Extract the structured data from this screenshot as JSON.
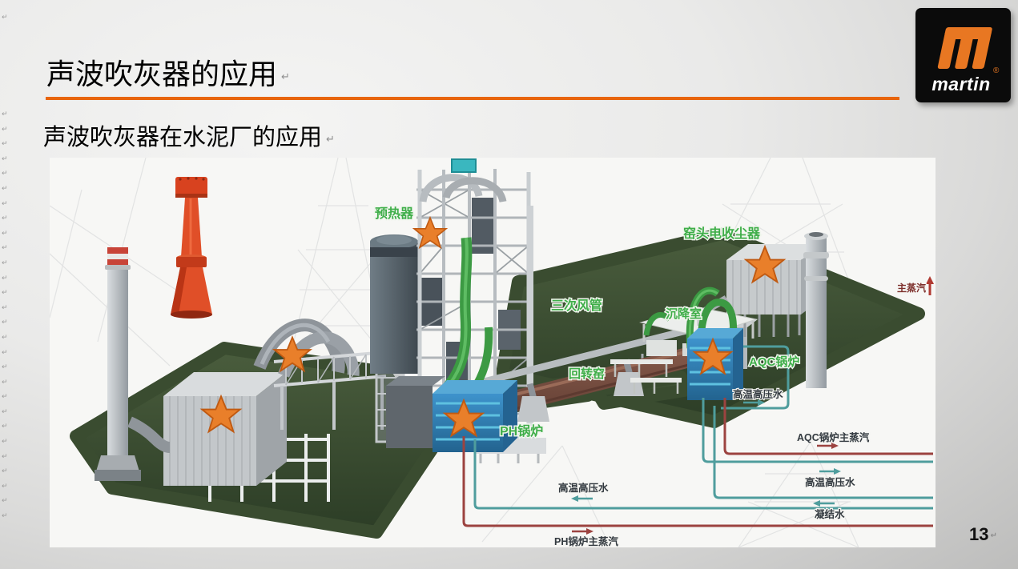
{
  "slide": {
    "title": "声波吹灰器的应用",
    "subtitle": "声波吹灰器在水泥厂的应用",
    "page_number": "13",
    "accent_color": "#e8650d"
  },
  "editor": {
    "return_glyph": "↵",
    "left_mark_count": 28
  },
  "logo": {
    "brand": "martin",
    "registered": "®",
    "bg_color": "#0b0b0b",
    "accent_color": "#e87722"
  },
  "diagram": {
    "star_count": 6,
    "labels": {
      "preheater": "预热器",
      "tertiary_air_duct": "三次风管",
      "settling_chamber": "沉降室",
      "rotary_kiln": "回转窑",
      "kiln_head_esp": "窑头电收尘器",
      "aqc_boiler": "AQC锅炉",
      "ph_boiler": "PH锅炉",
      "main_steam": "主蒸汽",
      "hthp_water_aqc": "高温高压水",
      "aqc_main_steam": "AQC锅炉主蒸汽",
      "hthp_water_right": "高温高压水",
      "condensate": "凝结水",
      "hthp_water_left": "高温高压水",
      "ph_main_steam": "PH锅炉主蒸汽"
    },
    "colors": {
      "label_green": "#3fae49",
      "star_orange": "#e97f2a",
      "pipe_teal": "#4f9d9d",
      "pipe_red": "#9c4340",
      "grass_green": "#3c5134",
      "boiler_blue": "#2f7fb8",
      "kiln_brown": "#7d5245",
      "horn_red": "#e04f28"
    }
  }
}
